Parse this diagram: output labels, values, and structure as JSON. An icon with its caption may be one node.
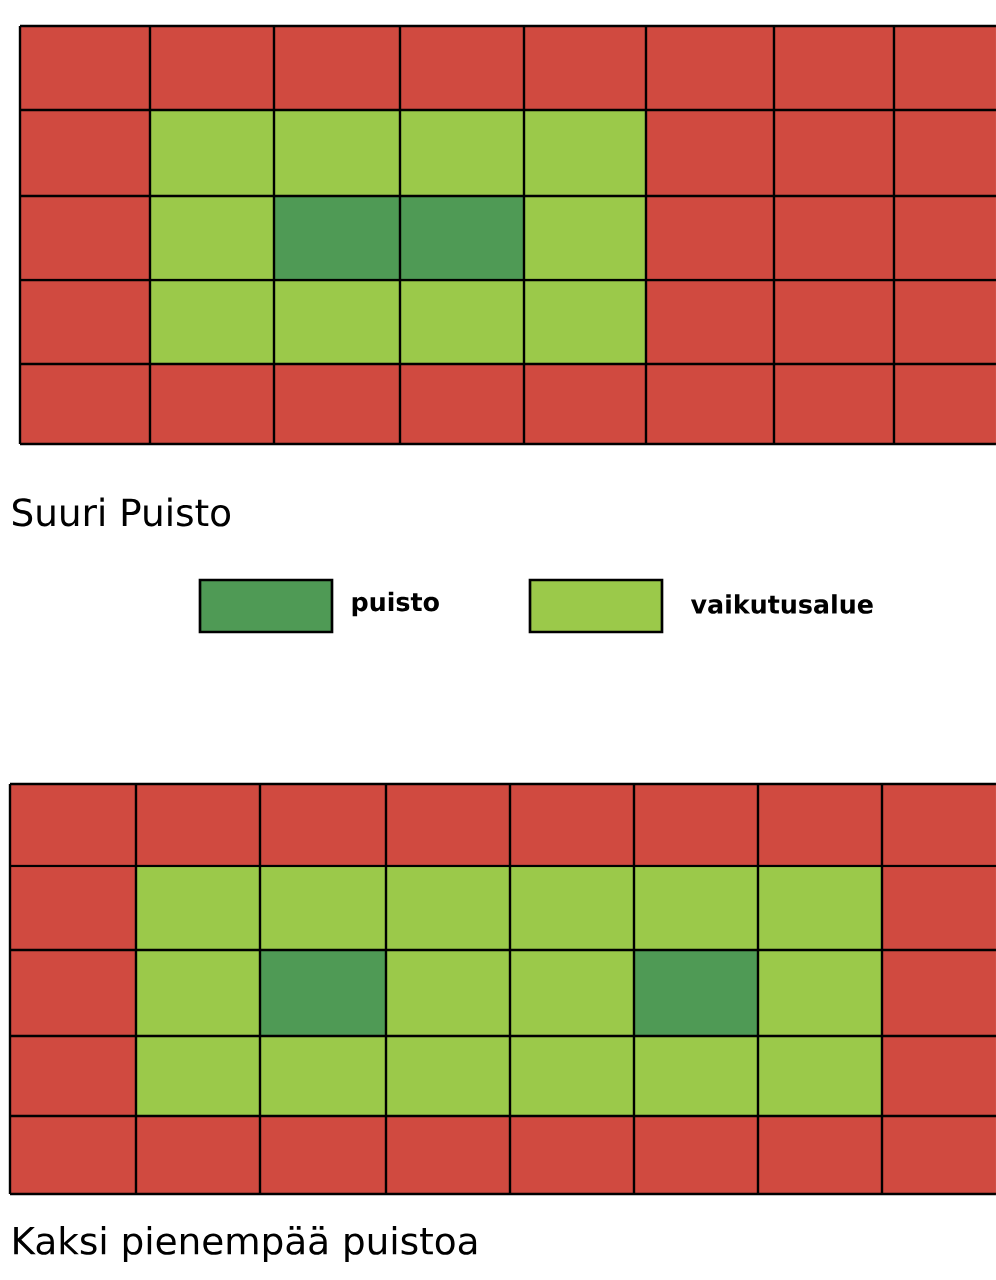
{
  "diagram": {
    "labels": [
      "Suuri Puisto",
      "Kaksi pienempää puistoa"
    ],
    "legend": [
      {
        "text": "puisto",
        "color": "#4f9a55"
      },
      {
        "text": "vaikutusalue",
        "color": "#9bc94a"
      }
    ]
  }
}
